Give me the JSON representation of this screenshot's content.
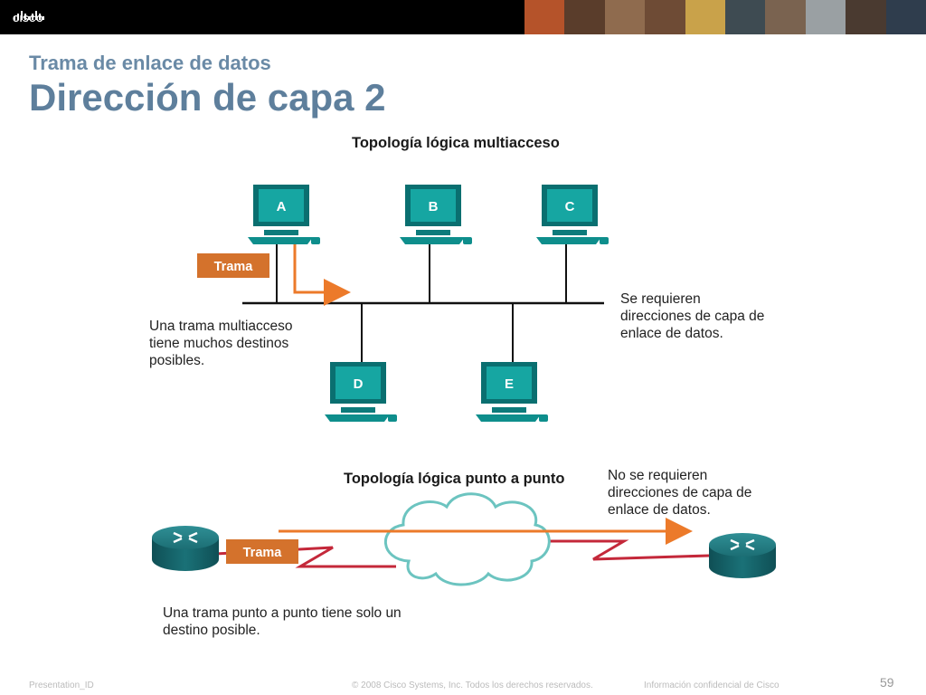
{
  "header": {
    "logo_text": "CISCO"
  },
  "slide": {
    "subtitle": "Trama de enlace de datos",
    "title": "Dirección de capa 2"
  },
  "multiaccess": {
    "heading": "Topología lógica multiacceso",
    "pcs": [
      "A",
      "B",
      "C",
      "D",
      "E"
    ],
    "frame_label": "Trama",
    "left_note": [
      "Una trama multiacceso",
      "tiene muchos destinos",
      "posibles."
    ],
    "right_note": [
      "Se requieren",
      "direcciones de capa de",
      "enlace de datos."
    ]
  },
  "point_to_point": {
    "heading": "Topología lógica punto a punto",
    "frame_label": "Trama",
    "right_note": [
      "No se requieren",
      "direcciones de capa de",
      "enlace de datos."
    ],
    "bottom_note": [
      "Una trama punto a punto tiene solo un",
      "destino posible."
    ]
  },
  "footer": {
    "presentation_id": "Presentation_ID",
    "copyright": "© 2008 Cisco Systems, Inc. Todos los derechos reservados.",
    "confidential": "Información confidencial de Cisco",
    "page_number": "59"
  },
  "colors": {
    "title": "#5e7f9c",
    "frame_orange": "#d4722c",
    "serial_red": "#c4283a",
    "cloud": "#6cc4c0",
    "pc_teal": "#0e8a88"
  }
}
